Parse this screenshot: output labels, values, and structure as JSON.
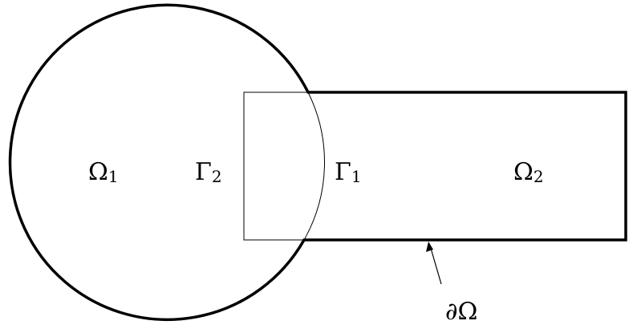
{
  "diagram": {
    "labels": {
      "omega1": {
        "main": "Ω",
        "sub": "1"
      },
      "gamma2": {
        "main": "Γ",
        "sub": "2"
      },
      "gamma1": {
        "main": "Γ",
        "sub": "1"
      },
      "omega2": {
        "main": "Ω",
        "sub": "2"
      },
      "boundary": "∂Ω"
    },
    "colors": {
      "stroke": "#000000",
      "background": "#ffffff"
    }
  }
}
